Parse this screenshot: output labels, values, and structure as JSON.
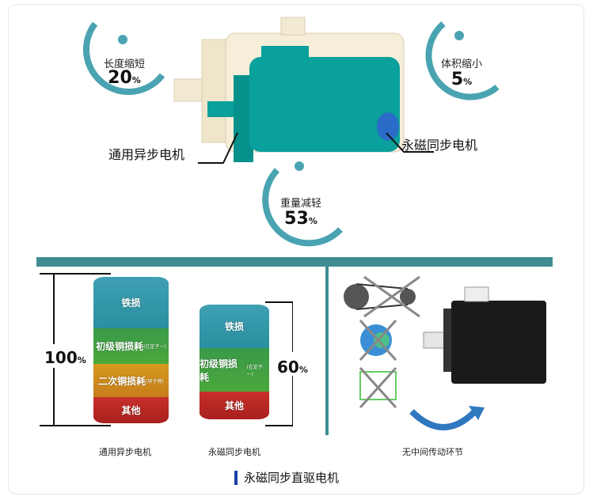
{
  "top_diagram": {
    "length": {
      "label": "长度缩短",
      "value": "20",
      "unit": "%"
    },
    "volume": {
      "label": "体积缩小",
      "value": "5",
      "unit": "%"
    },
    "weight": {
      "label": "重量减轻",
      "value": "53",
      "unit": "%"
    },
    "induction_motor_label": "通用异步电机",
    "pm_motor_label": "永磁同步电机"
  },
  "loss_comparison": {
    "left": {
      "segments": [
        "铁损",
        "初级铜损耗",
        "二次铜损耗",
        "其他"
      ],
      "notes": [
        "(在定子一)",
        "(转子侧)"
      ],
      "percent": "100",
      "unit": "%",
      "caption": "通用异步电机"
    },
    "right": {
      "segments": [
        "铁损",
        "初级铜损耗",
        "其他"
      ],
      "notes": [
        "(在定子一)"
      ],
      "percent": "60",
      "unit": "%",
      "caption": "永磁同步电机"
    }
  },
  "direct_drive": {
    "caption": "无中间传动环节"
  },
  "figure_caption": "永磁同步直驱电机",
  "colors": {
    "teal": "#3f8d93",
    "motor": "#0aa09b",
    "cycle": "#4aa3b1",
    "accent": "#1b3fa8"
  }
}
